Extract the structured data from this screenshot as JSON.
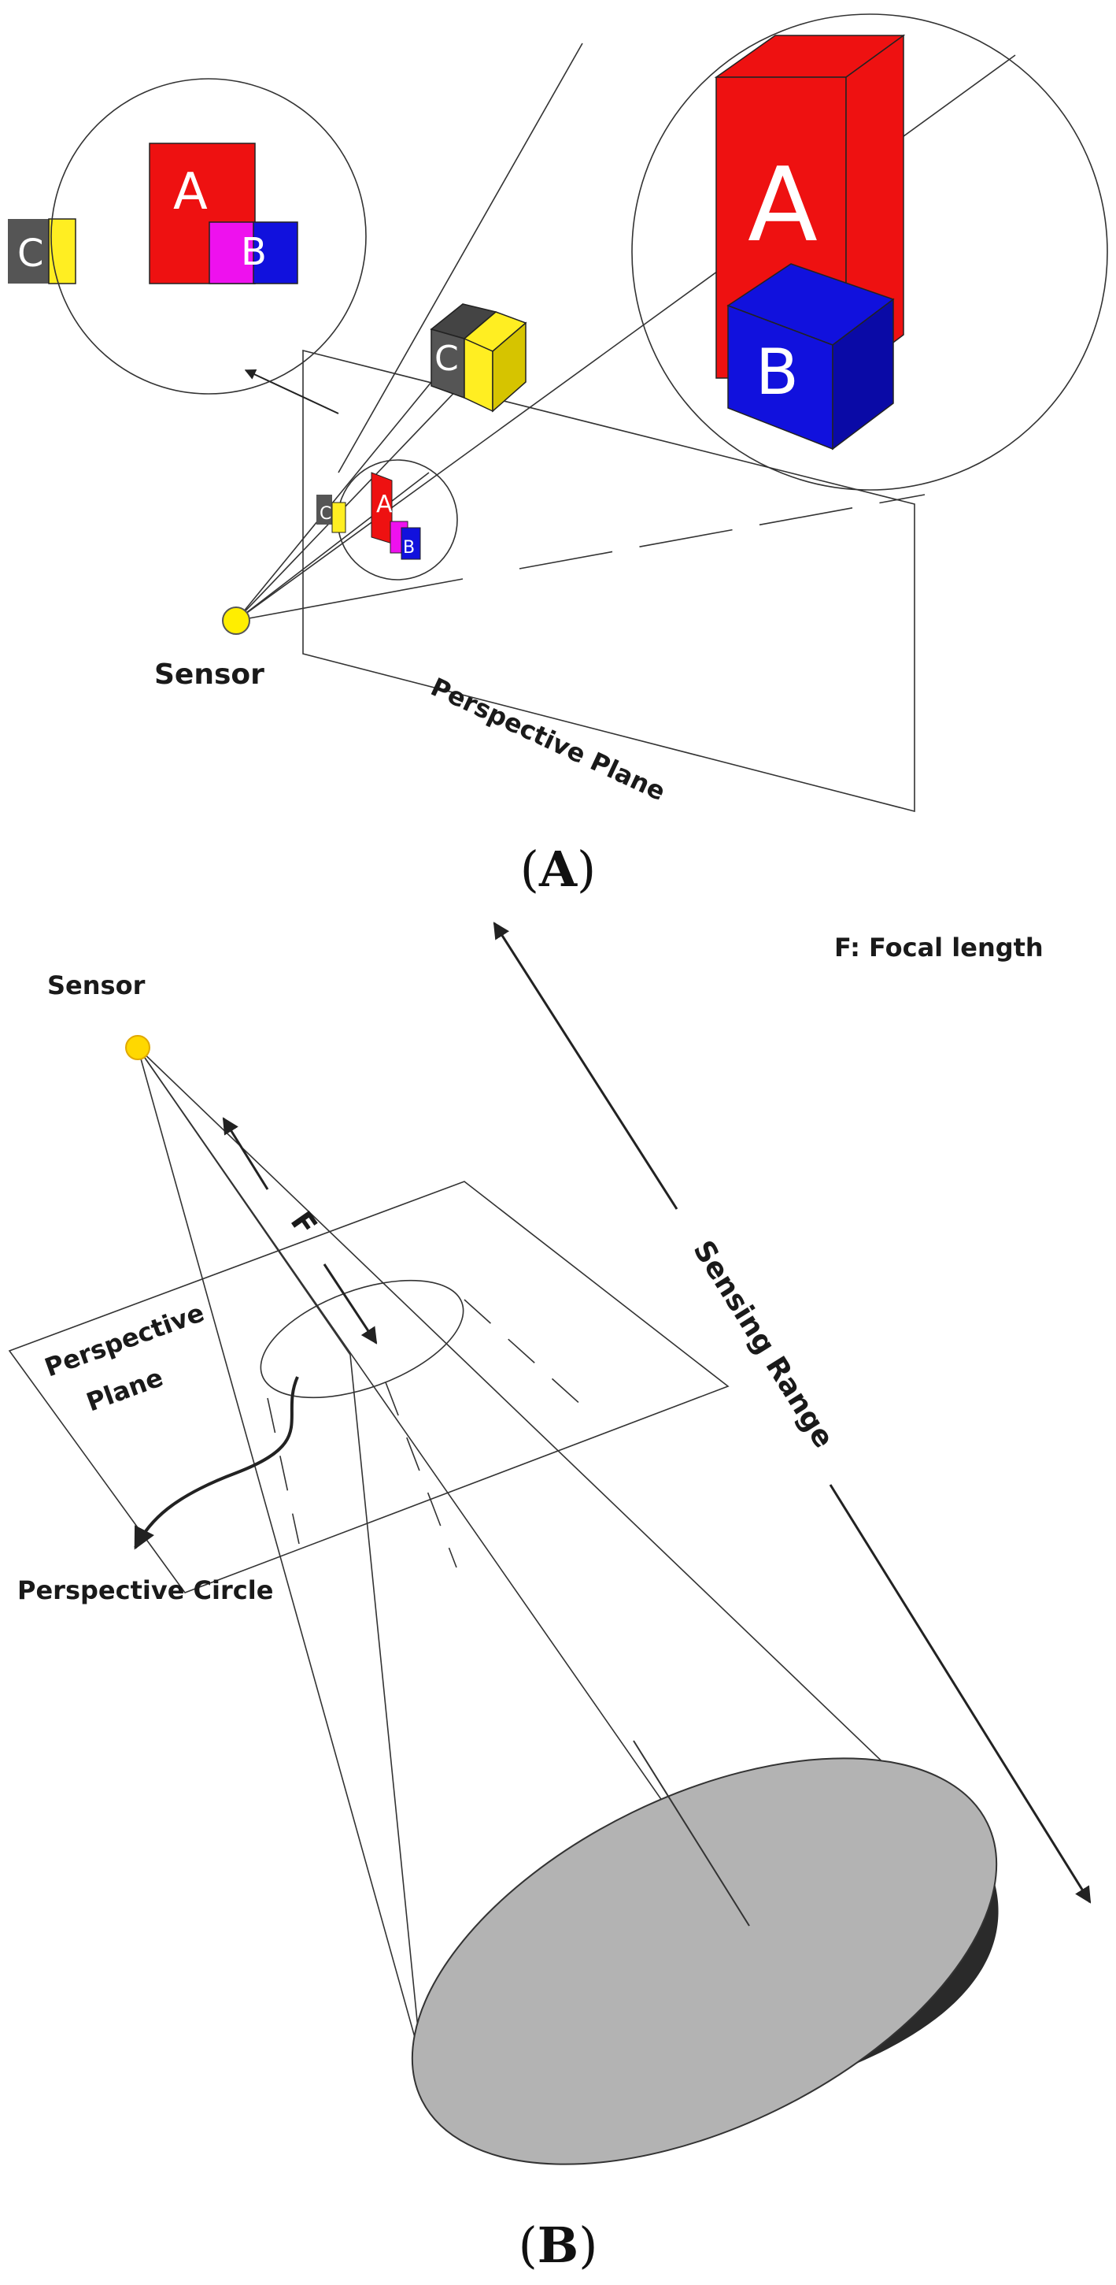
{
  "panel_a": {
    "caption_letter": "A",
    "sensor_label": "Sensor",
    "plane_label": "Perspective Plane",
    "objects": {
      "a": "A",
      "b": "B",
      "c": "C"
    }
  },
  "panel_b": {
    "caption_letter": "B",
    "sensor_label": "Sensor",
    "focal_legend": "F: Focal length",
    "focal_symbol": "F",
    "sensing_range_label": "Sensing Range",
    "plane_label_line1": "Perspective",
    "plane_label_line2": "Plane",
    "circle_label": "Perspective Circle"
  },
  "colors": {
    "red": "#ee1111",
    "red_dark": "#b80f0f",
    "blue": "#1111dd",
    "blue_dark": "#0a0aa6",
    "magenta": "#ee11ee",
    "yellow": "#ffee22",
    "yellow_dark": "#d6c400",
    "gray_dark": "#555555",
    "sensor_yellow": "#ffe600",
    "dome_top": "#b3b3b3",
    "dome_side": "#2a2a2a"
  }
}
